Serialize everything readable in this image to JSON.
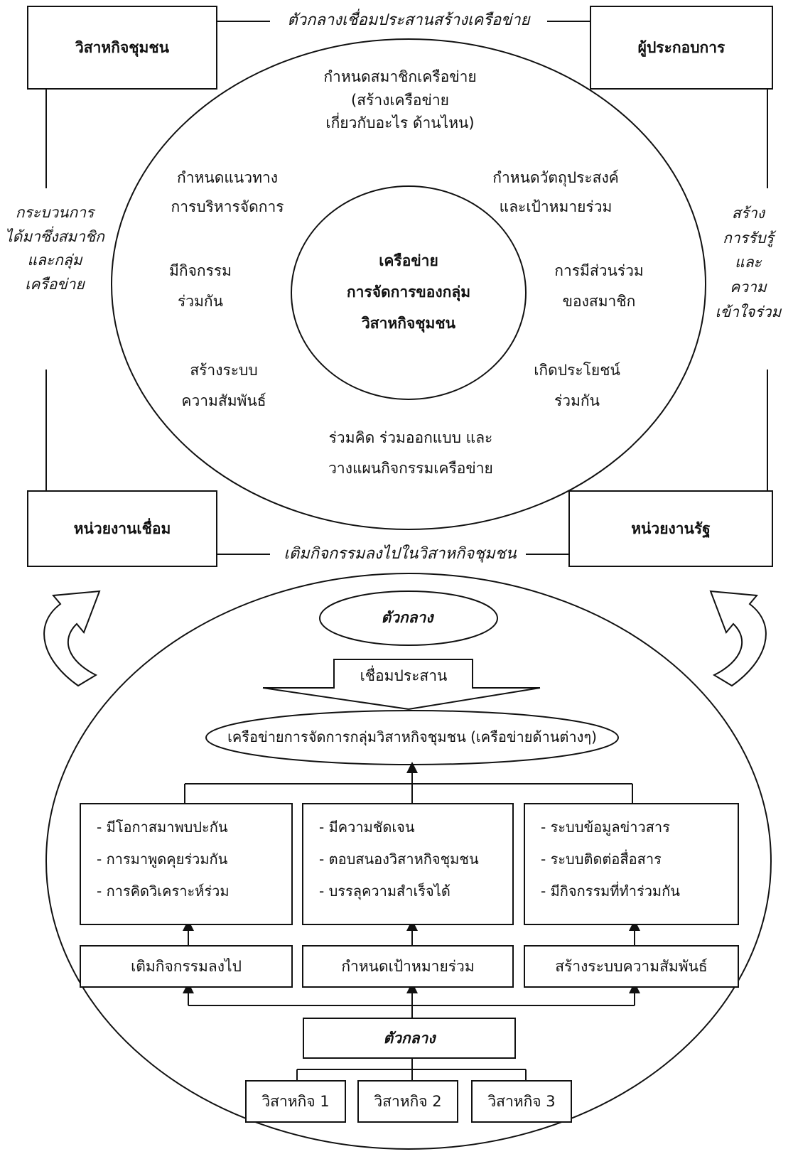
{
  "top_label": "ตัวกลางเชื่อมประสานสร้างเครือข่าย",
  "bottom_label": "เติมกิจกรรมลงไปในวิสาหกิจชุมชน",
  "corners": {
    "top_left": "วิสาหกิจชุมชน",
    "top_right": "ผู้ประกอบการ",
    "bottom_left": "หน่วยงานเชื่อม",
    "bottom_right": "หน่วยงานรัฐ"
  },
  "side_left": [
    "กระบวนการ",
    "ได้มาซึ่งสมาชิก",
    "และกลุ่ม",
    "เครือข่าย"
  ],
  "side_right": [
    "สร้าง",
    "การรับรู้",
    "และ",
    "ความ",
    "เข้าใจร่วม"
  ],
  "outer_ellipse": {
    "top": [
      "กำหนดสมาชิกเครือข่าย",
      "(สร้างเครือข่าย",
      "เกี่ยวกับอะไร ด้านไหน)"
    ],
    "upper_left": [
      "กำหนดแนวทาง",
      "การบริหารจัดการ"
    ],
    "upper_right": [
      "กำหนดวัตถุประสงค์",
      "และเป้าหมายร่วม"
    ],
    "mid_left": [
      "มีกิจกรรม",
      "ร่วมกัน"
    ],
    "mid_right": [
      "การมีส่วนร่วม",
      "ของสมาชิก"
    ],
    "lower_left": [
      "สร้างระบบ",
      "ความสัมพันธ์"
    ],
    "lower_right": [
      "เกิดประโยชน์",
      "ร่วมกัน"
    ],
    "bottom": [
      "ร่วมคิด ร่วมออกแบบ และ",
      "วางแผนกิจกรรมเครือข่าย"
    ]
  },
  "center": [
    "เครือข่าย",
    "การจัดการของกลุ่ม",
    "วิสาหกิจชุมชน"
  ],
  "lower": {
    "coordinator_top": "ตัวกลาง",
    "connect": "เชื่อมประสาน",
    "network": "เครือข่ายการจัดการกลุ่มวิสาหกิจชุมชน (เครือข่ายด้านต่างๆ)",
    "lists": [
      [
        "- มีโอกาสมาพบปะกัน",
        "- การมาพูดคุยร่วมกัน",
        "- การคิดวิเคราะห์ร่วม"
      ],
      [
        "- มีความชัดเจน",
        "- ตอบสนองวิสาหกิจชุมชน",
        "- บรรลุความสำเร็จได้"
      ],
      [
        "- ระบบข้อมูลข่าวสาร",
        "- ระบบติดต่อสื่อสาร",
        "- มีกิจกรรมที่ทำร่วมกัน"
      ]
    ],
    "actions": [
      "เติมกิจกรรมลงไป",
      "กำหนดเป้าหมายร่วม",
      "สร้างระบบความสัมพันธ์"
    ],
    "coordinator_bottom": "ตัวกลาง",
    "enterprises": [
      "วิสาหกิจ 1",
      "วิสาหกิจ 2",
      "วิสาหกิจ 3"
    ]
  }
}
